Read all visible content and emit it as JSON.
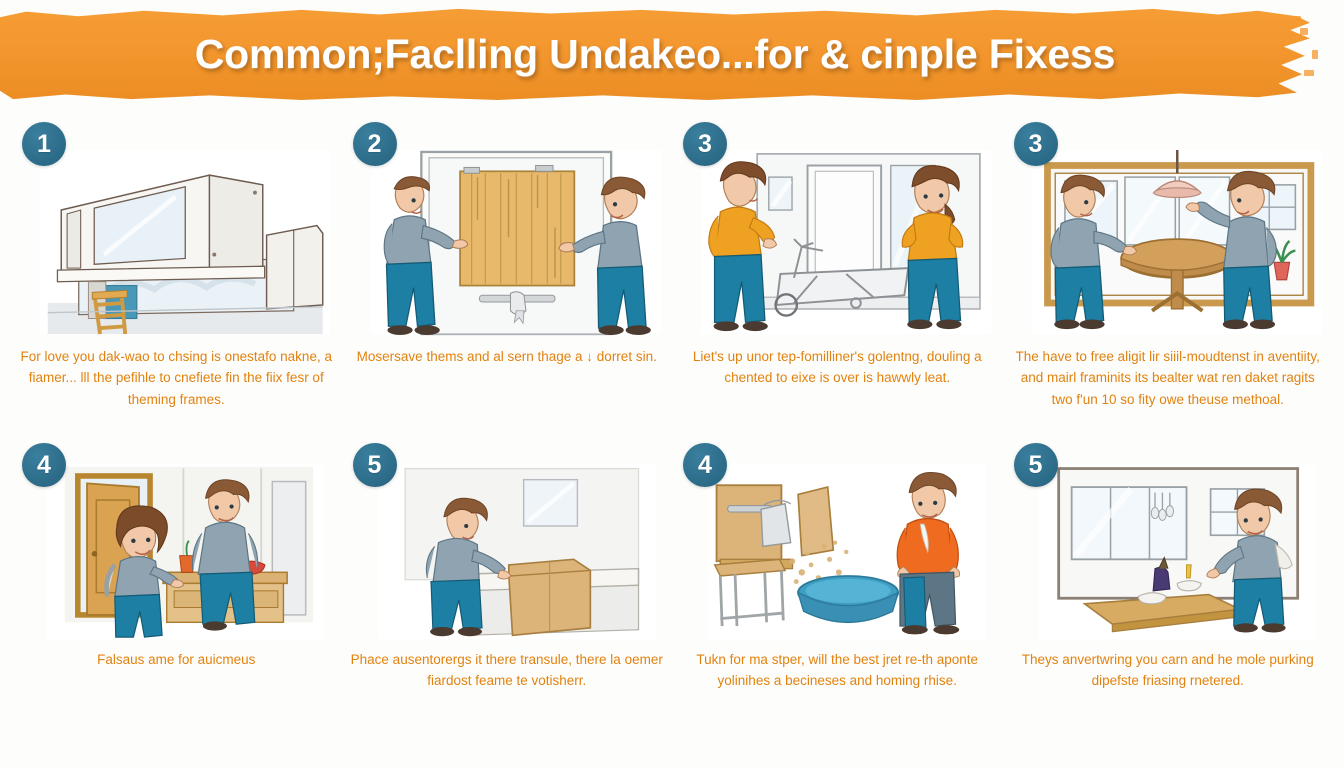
{
  "document": {
    "type": "instructional-infographic",
    "title": "Common;Faclling Undakeo...for & cinple Fixess",
    "banner_color": "#f2912a",
    "badge_color": "#2e6f8c",
    "caption_color": "#e2820f",
    "background_color": "#fdfdfc"
  },
  "panels": [
    {
      "number": "1",
      "scene": "line-art kitchen wall cabinets with window and step ladder",
      "caption": "For love you dak-wao to chsing is onestafo nakne, a fiamer... lll the pefihle to cnefiete fin the fiix fesr of theming frames."
    },
    {
      "number": "2",
      "scene": "two boys holding a wooden door panel inside a white door frame",
      "caption": "Mosersave thems and al sern thage a ↓ dorret sin."
    },
    {
      "number": "3",
      "scene": "boy and girl in orange shirts standing beside a bicycle in a hallway",
      "caption": "Liet's up unor tep-fomilliner's golentng, douling a chented to eixe is over is hawwly leat."
    },
    {
      "number": "3",
      "scene": "two boys at a round wooden table under a pendant lamp with windows and a potted plant",
      "caption": "The have to free aligit lir siiil-moudtenst in aventiity, and mairl framinits its bealter wat ren daket ragits two f'un 10 so fity owe theuse methoal."
    },
    {
      "number": "4",
      "scene": "girl with a bag and a man at a kitchen sideboard beside an open wooden door",
      "caption": "Falsaus ame for auicmeus"
    },
    {
      "number": "5",
      "scene": "boy leaning over a cardboard box on a kitchen counter",
      "caption": "Phace ausentorergs it there transule, there la oemer fiardost feame te votisherr."
    },
    {
      "number": "4",
      "scene": "workbench with bucket, falling debris, blue basin of water and a boy in an orange jacket",
      "caption": "Tukn for ma stper, will the best jret re-th aponte yolinihes a becineses and homing rhise."
    },
    {
      "number": "5",
      "scene": "boy bending over a wooden table in a room with large windows",
      "caption": "Theys anvertwring you carn and he mole purking dipefste friasing rnetered."
    }
  ]
}
